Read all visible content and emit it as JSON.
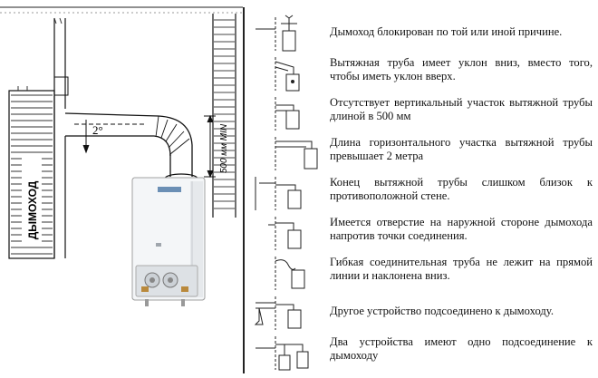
{
  "main_diagram": {
    "chimney_label": "ДЫМОХОД",
    "angle_label": "2°",
    "min_height_label": "500 мм MIN"
  },
  "faults": [
    {
      "text": "Дымоход блокирован по той или иной причине."
    },
    {
      "text": "Вытяжная труба имеет уклон вниз, вместо того, чтобы иметь уклон вверх."
    },
    {
      "text": "Отсутствует вертикальный участок вытяжной трубы длиной в 500 мм"
    },
    {
      "text": "Длина горизонтального участка вытяжной трубы превышает 2 метра"
    },
    {
      "text": "Конец вытяжной трубы слишком близок к противоположной стене."
    },
    {
      "text": "Имеется отверстие на наружной стороне дымохода напротив точки соединения."
    },
    {
      "text": "Гибкая соединительная труба не лежит на прямой линии и наклонена вниз."
    },
    {
      "text": "Другое устройство подсоединено к дымоходу."
    },
    {
      "text": "Два устройства имеют одно подсоединение к дымоходу"
    }
  ]
}
